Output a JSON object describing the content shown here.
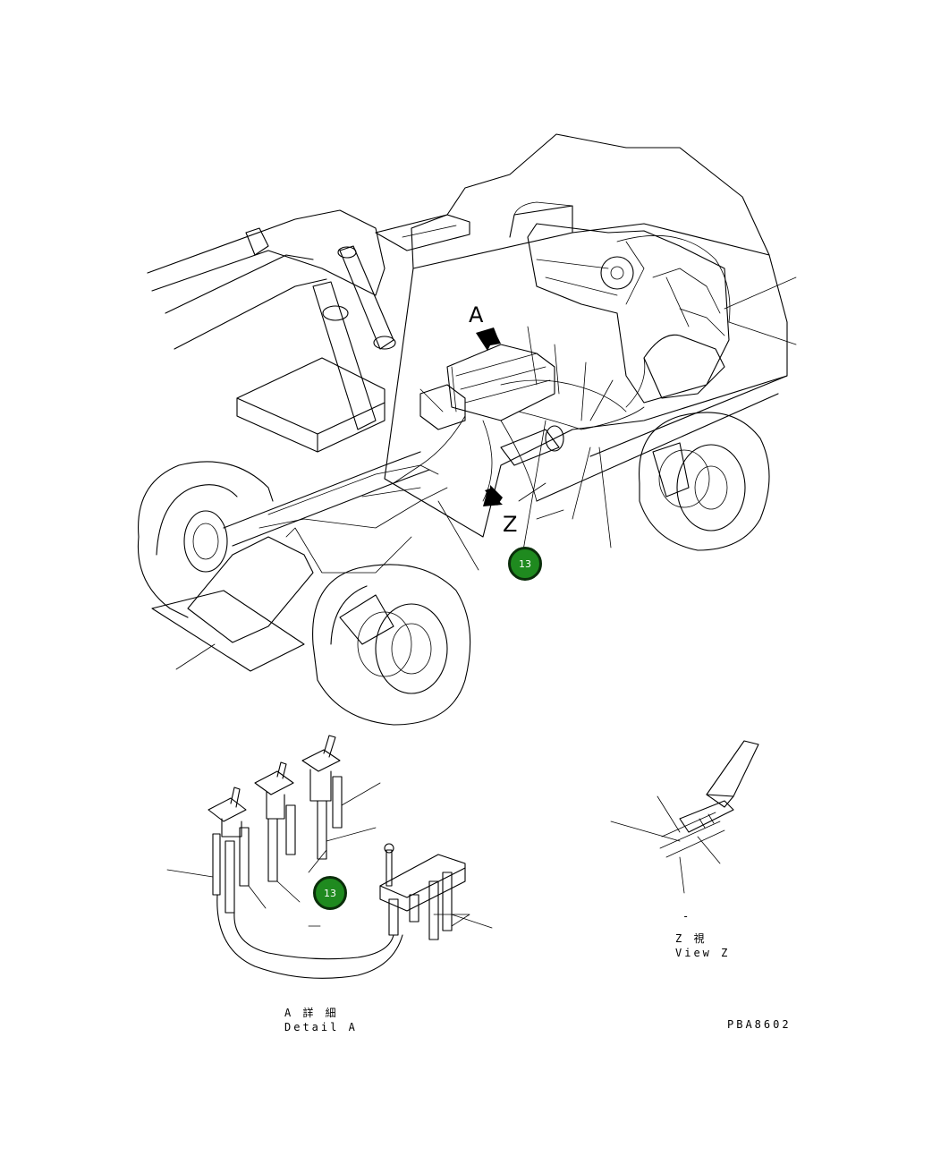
{
  "view_letters": {
    "a": "A",
    "z": "Z"
  },
  "detail_a": {
    "jp": "A 詳 細",
    "en": "Detail A"
  },
  "view_z": {
    "jp": "Z  視",
    "en": "View Z",
    "dash": "-"
  },
  "drawing_no": "PBA8602",
  "callouts": [
    {
      "label": "13"
    },
    {
      "label": "13"
    }
  ],
  "colors": {
    "line": "#000000",
    "callout_fill": "#1f8a1f",
    "callout_border": "#0b2e0b"
  }
}
